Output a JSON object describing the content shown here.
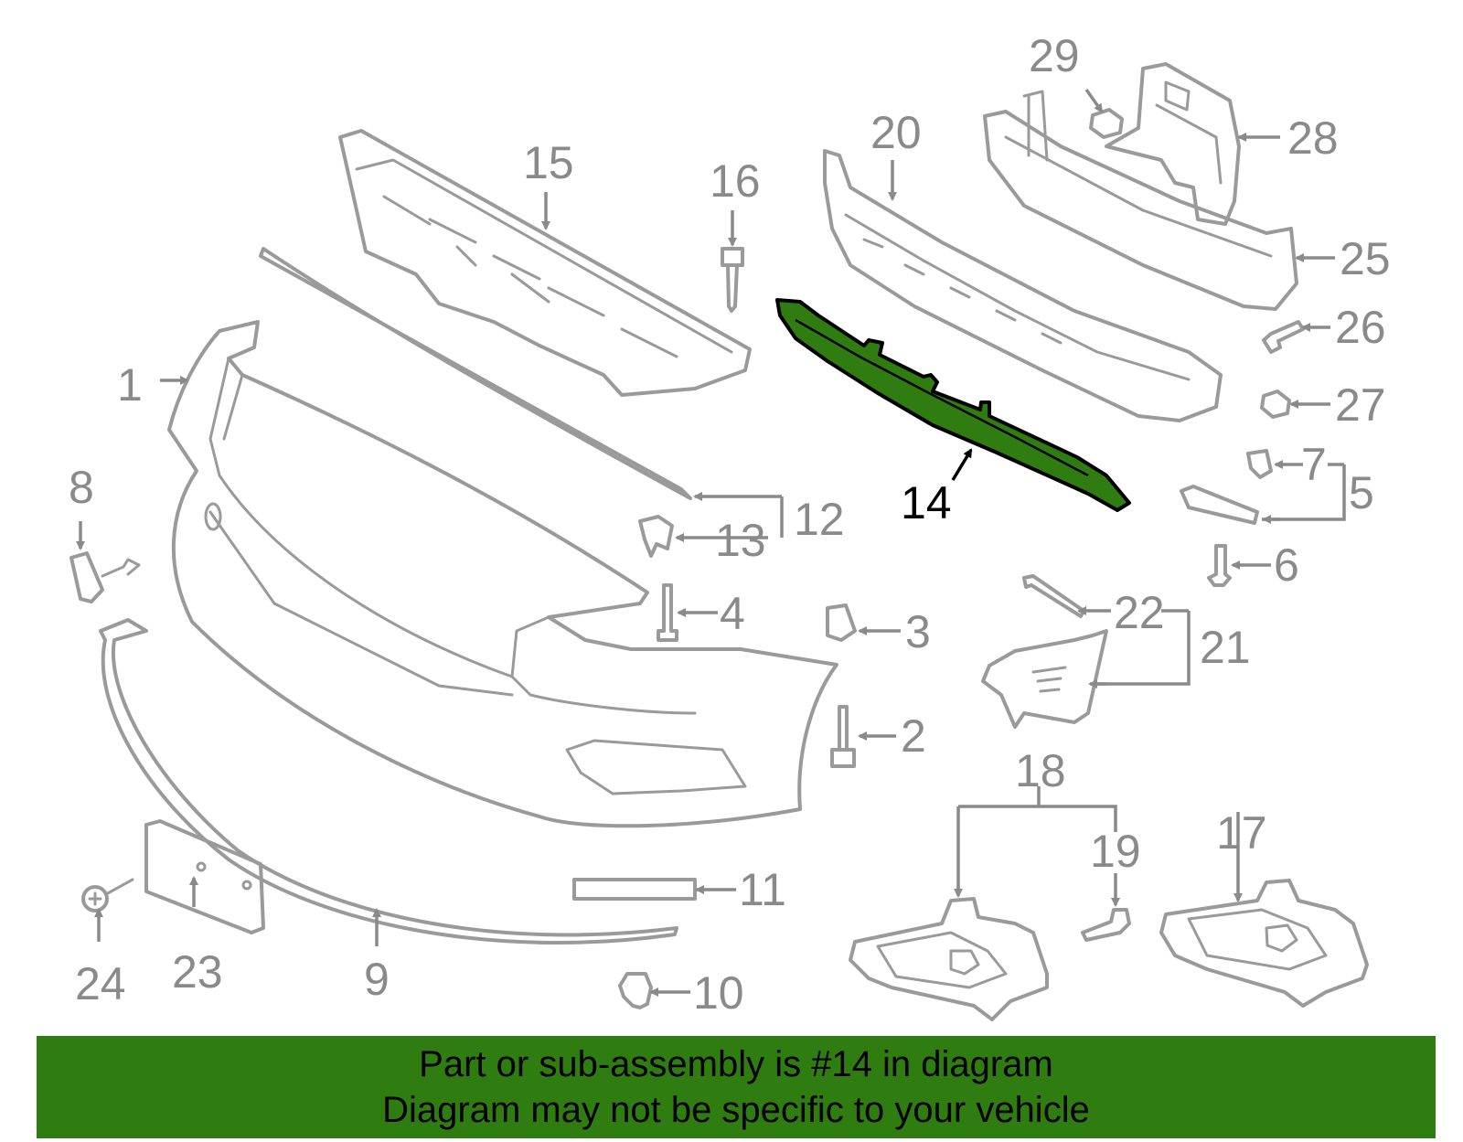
{
  "highlight_color": "#2f7d10",
  "callouts": {
    "c1": "1",
    "c2": "2",
    "c3": "3",
    "c4": "4",
    "c5": "5",
    "c6": "6",
    "c7": "7",
    "c8": "8",
    "c9": "9",
    "c10": "10",
    "c11": "11",
    "c12": "12",
    "c13": "13",
    "c14": "14",
    "c15": "15",
    "c16": "16",
    "c17": "17",
    "c18": "18",
    "c19": "19",
    "c20": "20",
    "c21": "21",
    "c22": "22",
    "c23": "23",
    "c24": "24",
    "c25": "25",
    "c26": "26",
    "c27": "27",
    "c28": "28",
    "c29": "29"
  },
  "banner": {
    "line1": "Part or sub-assembly is #14 in diagram",
    "line2": "Diagram may not be specific to your vehicle"
  }
}
